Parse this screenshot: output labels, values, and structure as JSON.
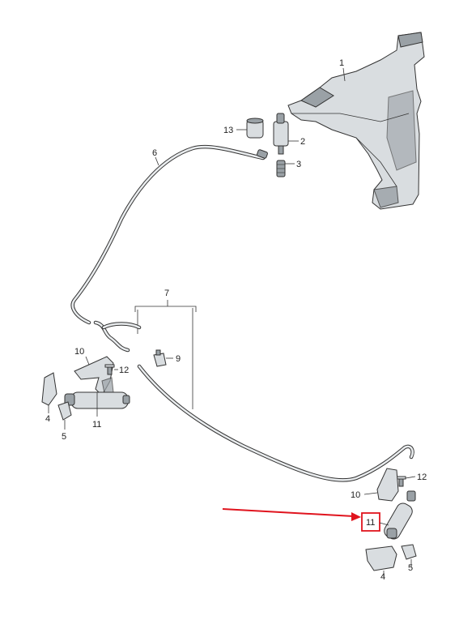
{
  "labels": {
    "l1": "1",
    "l2": "2",
    "l3": "3",
    "l4a": "4",
    "l4b": "4",
    "l5a": "5",
    "l5b": "5",
    "l6": "6",
    "l7": "7",
    "l9": "9",
    "l10a": "10",
    "l10b": "10",
    "l11a": "11",
    "l11b": "11",
    "l12a": "12",
    "l12b": "12",
    "l13": "13"
  },
  "highlight": {
    "label": "11",
    "color": "#e0141e"
  }
}
